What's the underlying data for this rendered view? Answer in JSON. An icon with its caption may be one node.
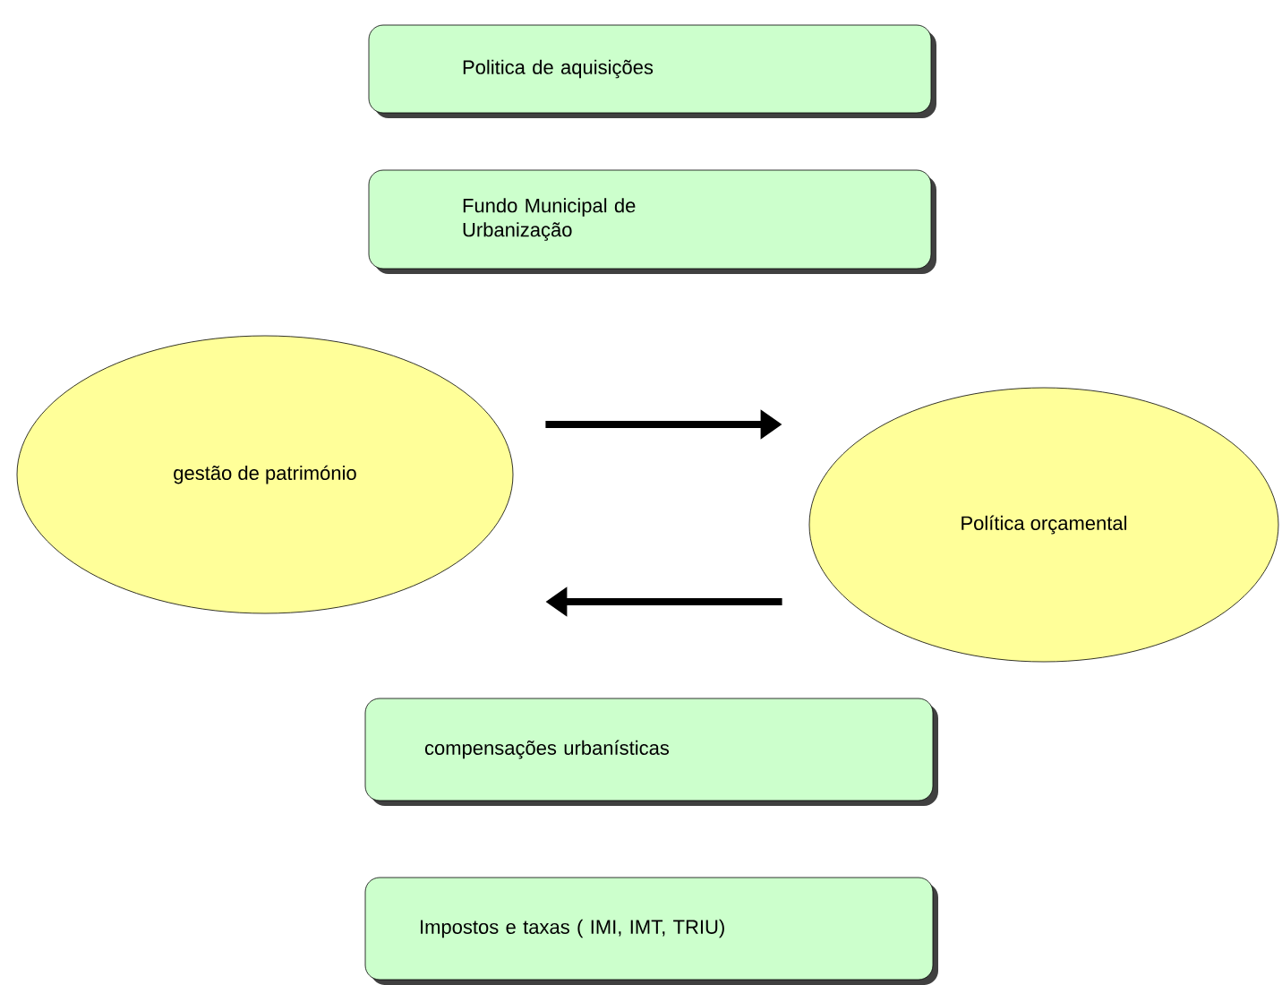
{
  "diagram": {
    "nodes": [
      {
        "text": [
          "Politica de aquisições"
        ]
      },
      {
        "text": [
          "Fundo Municipal de Urbanização"
        ]
      },
      {
        "text": [
          "gestão de património"
        ]
      },
      {
        "text": [
          "Política orçamental"
        ]
      },
      {
        "text": [
          "compensações urbanísticas"
        ]
      },
      {
        "text": [
          "Impostos e taxas ( IMI, IMT, TRIU)"
        ]
      }
    ],
    "edges": [
      {
        "from": 2,
        "to": 3,
        "arrow": "to"
      },
      {
        "from": 3,
        "to": 2,
        "arrow": "to"
      }
    ]
  }
}
